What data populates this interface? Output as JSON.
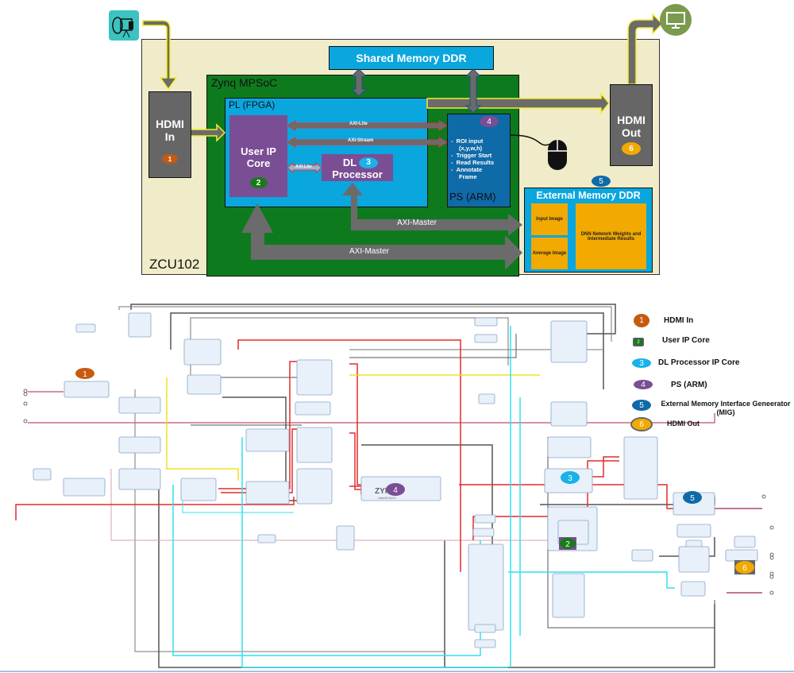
{
  "top_diagram": {
    "board_label": "ZCU102",
    "soc_label": "Zynq MPSoC",
    "pl_label": "PL (FPGA)",
    "shared_memory_label": "Shared Memory DDR",
    "hdmi_in": {
      "line1": "HDMI",
      "line2": "In",
      "badge": "1"
    },
    "hdmi_out": {
      "line1": "HDMI",
      "line2": "Out",
      "badge": "6"
    },
    "user_ip": {
      "line1": "User IP",
      "line2": "Core",
      "badge": "2"
    },
    "dl_processor": {
      "line1": "DL",
      "line2": "Processor",
      "badge": "3"
    },
    "ps": {
      "label": "PS (ARM)",
      "badge": "4",
      "items": [
        "ROI input",
        "(x,y,w,h)",
        "Trigger Start",
        "Read Results",
        "Annotate",
        "Frame"
      ]
    },
    "external_memory": {
      "title": "External Memory DDR",
      "badge": "5",
      "input_image": "Input Image",
      "average_image": "Average Image",
      "dnn": "DNN Network Weights and Intermediate Results"
    },
    "buses": {
      "axi_lite_top": "AXI-Lite",
      "axi_stream": "AXI-Stream",
      "axi_lite_small": "AXI-Lite",
      "axi_master_1": "AXI-Master",
      "axi_master_2": "AXI-Master"
    },
    "icons": {
      "camera": "camera-icon",
      "monitor": "monitor-icon",
      "mouse": "mouse-icon"
    }
  },
  "legend": [
    {
      "num": "1",
      "label": "HDMI In",
      "color": "#c55a11"
    },
    {
      "num": "2",
      "label": "User IP Core",
      "color": "#1a7a1a"
    },
    {
      "num": "3",
      "label": "DL Processor IP Core",
      "color": "#1ab2e8"
    },
    {
      "num": "4",
      "label": "PS (ARM)",
      "color": "#7a4e94"
    },
    {
      "num": "5",
      "label": "External Memory Interface Geneerator (MIG)",
      "color": "#0f6aa8"
    },
    {
      "num": "6",
      "label": "HDMI Out",
      "color": "#f2a900"
    }
  ],
  "block_design": {
    "zynq_logo": "ZYNQ",
    "zynq_sub": "UltraSCALE+",
    "badges": [
      "1",
      "2",
      "3",
      "4",
      "5",
      "6"
    ]
  },
  "colors": {
    "board": "#f0ebc8",
    "soc": "#0e7a1e",
    "pl": "#0aa6de",
    "ps": "#0f6aa8",
    "purple": "#7a4e94",
    "orange": "#f2a900"
  }
}
